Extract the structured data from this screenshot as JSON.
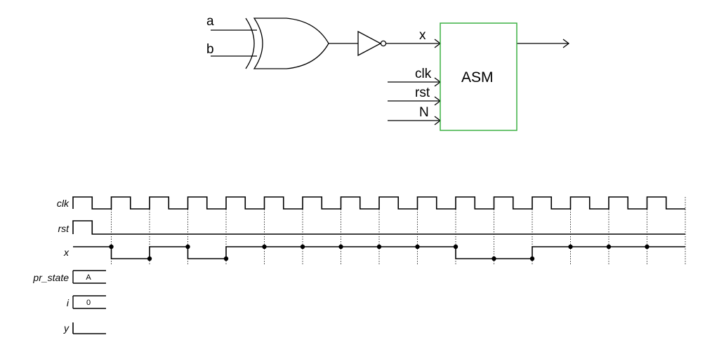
{
  "circuit": {
    "input_a": "a",
    "input_b": "b",
    "signal_x": "x",
    "input_clk": "clk",
    "input_rst": "rst",
    "input_n": "N",
    "block_label": "ASM",
    "block_color": "#3cb043"
  },
  "timing": {
    "signals": [
      "clk",
      "rst",
      "x",
      "pr_state",
      "i",
      "y"
    ],
    "clk_cycles": 16,
    "clk_starts_high": true,
    "rst_high_until_cycle": 0.5,
    "x_levels": [
      1,
      1,
      0,
      0,
      1,
      1,
      0,
      0,
      1,
      1,
      1,
      1,
      1,
      1,
      1,
      1,
      1,
      1,
      1,
      1,
      0,
      0,
      0,
      0,
      1,
      1,
      1,
      1,
      1,
      1,
      1,
      1
    ],
    "x_dot_cycles": [
      1,
      2,
      3,
      4,
      5,
      6,
      7,
      8,
      9,
      10,
      11,
      12,
      13,
      14,
      15
    ],
    "pr_state_value": "A",
    "i_value": "0"
  }
}
